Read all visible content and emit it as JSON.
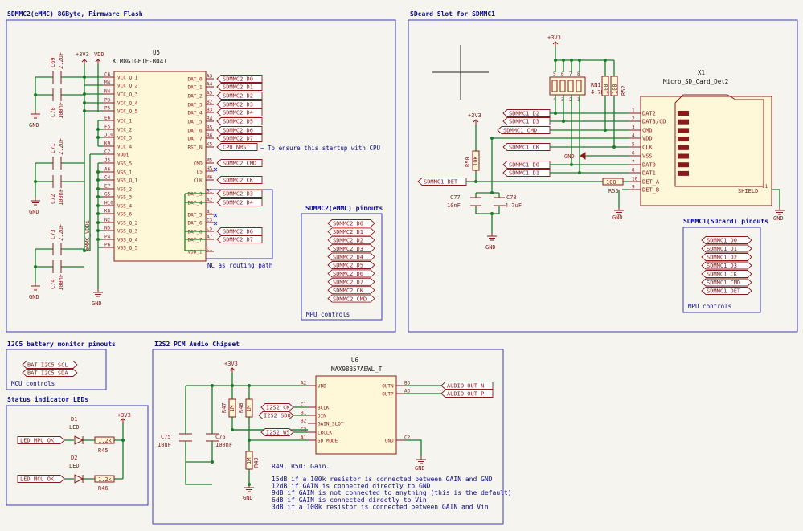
{
  "sheets": {
    "emmc": {
      "title": "SDMMC2(eMMC) 8GByte, Firmware Flash"
    },
    "sdcard": {
      "title": "SDcard Slot for SDMMC1"
    },
    "i2c5": {
      "title": "I2C5 battery monitor pinouts"
    },
    "leds": {
      "title": "Status indicator LEDs"
    },
    "i2s": {
      "title": "I2S2 PCM Audio Chipset"
    },
    "emmc_pinouts": {
      "title": "SDMMC2(eMMC) pinouts"
    },
    "sdcard_pinouts": {
      "title": "SDMMC1(SDcard) pinouts"
    }
  },
  "u5": {
    "ref": "U5",
    "value": "KLM8G1GETF-B041",
    "left_pins": [
      {
        "num": "C6",
        "name": "VCC_Q_1"
      },
      {
        "num": "M4",
        "name": "VCC_Q_2"
      },
      {
        "num": "N4",
        "name": "VCC_Q_3"
      },
      {
        "num": "P3",
        "name": "VCC_Q_4"
      },
      {
        "num": "P5",
        "name": "VCC_Q_5"
      },
      {
        "num": "E6",
        "name": "VCC_1"
      },
      {
        "num": "F5",
        "name": "VCC_2"
      },
      {
        "num": "J10",
        "name": "VCC_3"
      },
      {
        "num": "K9",
        "name": "VCC_4"
      },
      {
        "num": "C2",
        "name": "VDDi"
      },
      {
        "num": "J5",
        "name": "VSS_5"
      },
      {
        "num": "A6",
        "name": "VSS_1"
      },
      {
        "num": "C4",
        "name": "VSS_Q_1"
      },
      {
        "num": "E7",
        "name": "VSS_2"
      },
      {
        "num": "G5",
        "name": "VSS_3"
      },
      {
        "num": "H10",
        "name": "VSS_4"
      },
      {
        "num": "K8",
        "name": "VSS_6"
      },
      {
        "num": "N2",
        "name": "VSS_Q_2"
      },
      {
        "num": "N5",
        "name": "VSS_Q_3"
      },
      {
        "num": "P4",
        "name": "VSS_Q_4"
      },
      {
        "num": "P6",
        "name": "VSS_Q_5"
      }
    ],
    "right_pins": [
      {
        "num": "A3",
        "name": "DAT_0"
      },
      {
        "num": "A4",
        "name": "DAT_1"
      },
      {
        "num": "A5",
        "name": "DAT_2"
      },
      {
        "num": "B2",
        "name": "DAT_3"
      },
      {
        "num": "B3",
        "name": "DAT_4"
      },
      {
        "num": "B4",
        "name": "DAT_5"
      },
      {
        "num": "B5",
        "name": "DAT_6"
      },
      {
        "num": "B6",
        "name": "DAT_7"
      },
      {
        "num": "K5",
        "name": "RST_N"
      },
      {
        "num": "M5",
        "name": "CMD"
      },
      {
        "num": "H5",
        "name": "DS"
      },
      {
        "num": "M6",
        "name": "CLK"
      },
      {
        "num": "B1",
        "name": "DAT_3"
      },
      {
        "num": "A2",
        "name": "DAT_4"
      },
      {
        "num": "A1",
        "name": "DAT_5"
      },
      {
        "num": "C3",
        "name": "DAT_6"
      },
      {
        "num": "C5",
        "name": "DAT_6"
      },
      {
        "num": "A7",
        "name": "DAT_7"
      },
      {
        "num": "C1",
        "name": "VDD_i"
      }
    ]
  },
  "emmc_labels": [
    "SDMMC2_D0",
    "SDMMC2_D1",
    "SDMMC2_D2",
    "SDMMC2_D3",
    "SDMMC2_D4",
    "SDMMC2_D5",
    "SDMMC2_D6",
    "SDMMC2_D7",
    "CPU_NRST",
    "SDMMC2_CMD",
    "SDMMC2_CK",
    "SDMMC2_D3",
    "SDMMC2_D4",
    "SDMMC2_D6",
    "SDMMC2_D7"
  ],
  "emmc_caps": [
    {
      "ref": "C69",
      "value": "2.2uF"
    },
    {
      "ref": "C70",
      "value": "100nF"
    },
    {
      "ref": "C71",
      "value": "2.2uF"
    },
    {
      "ref": "C72",
      "value": "100nF"
    },
    {
      "ref": "C73",
      "value": "2.2uF"
    },
    {
      "ref": "C74",
      "value": "100nF"
    }
  ],
  "emmc_misc": {
    "rail_3v3": "+3V3",
    "rail_vdd": "VDD",
    "gnd": "GND",
    "vddi_net": "eMMC_VDDi",
    "cpu_note": "~ To ensure this startup with CPU",
    "nc_note": "NC as routing path"
  },
  "emmc_pinouts": {
    "labels": [
      "SDMMC2_D0",
      "SDMMC2_D1",
      "SDMMC2_D2",
      "SDMMC2_D3",
      "SDMMC2_D4",
      "SDMMC2_D5",
      "SDMMC2_D6",
      "SDMMC2_D7",
      "SDMMC2_CK",
      "SDMMC2_CMD"
    ],
    "caption": "MPU controls"
  },
  "sdcard": {
    "rail": "+3V3",
    "rn_ref": "RN1",
    "rn_value": "4.7K",
    "rn_pins_top": [
      "5",
      "6",
      "7",
      "8"
    ],
    "rn_pins_bot": [
      "4",
      "3",
      "2",
      "1"
    ],
    "r52": {
      "ref": "R52",
      "value": "100"
    },
    "r50": {
      "ref": "R50",
      "value": "10K"
    },
    "r53": {
      "ref": "R53",
      "value": "100"
    },
    "c77": {
      "ref": "C77",
      "value": "10nF"
    },
    "c78": {
      "ref": "C78",
      "value": "4.7uF"
    },
    "x1": {
      "ref": "X1",
      "value": "Micro_SD_Card_Det2"
    },
    "pins": [
      {
        "num": "1",
        "name": "DAT2"
      },
      {
        "num": "2",
        "name": "DAT3/CD"
      },
      {
        "num": "3",
        "name": "CMD"
      },
      {
        "num": "4",
        "name": "VDD"
      },
      {
        "num": "5",
        "name": "CLK"
      },
      {
        "num": "6",
        "name": "VSS"
      },
      {
        "num": "7",
        "name": "DAT0"
      },
      {
        "num": "8",
        "name": "DAT1"
      },
      {
        "num": "10",
        "name": "DET_A"
      },
      {
        "num": "9",
        "name": "DET_B"
      }
    ],
    "shield": {
      "num": "11",
      "name": "SHIELD"
    },
    "labels": [
      "SDMMC1_D2",
      "SDMMC1_D3",
      "SDMMC1_CMD",
      "SDMMC1_CK",
      "SDMMC1_D0",
      "SDMMC1_D1",
      "SDMMC1_DET"
    ],
    "gnd": "GND"
  },
  "sdcard_pinouts": {
    "labels": [
      "SDMMC1_D0",
      "SDMMC1_D1",
      "SDMMC1_D2",
      "SDMMC1_D3",
      "SDMMC1_CK",
      "SDMMC1_CMD",
      "SDMMC1_DET"
    ],
    "caption": "MPU controls"
  },
  "i2c5": {
    "labels": [
      "BAT_I2C5_SCL",
      "BAT_I2C5_SDA"
    ],
    "caption": "MCU controls"
  },
  "leds": {
    "rail": "+3V3",
    "d1": {
      "ref": "D1",
      "value": "LED",
      "label": "LED_MPU_OK"
    },
    "d2": {
      "ref": "D2",
      "value": "LED",
      "label": "LED_MCU_OK"
    },
    "r45": {
      "ref": "R45",
      "value": "1.2k"
    },
    "r46": {
      "ref": "R46",
      "value": "1.2k"
    }
  },
  "u6": {
    "ref": "U6",
    "value": "MAX98357AEWL_T",
    "left_pins": [
      {
        "num": "A2",
        "name": "VDD"
      },
      {
        "num": "C1",
        "name": "BCLK"
      },
      {
        "num": "B1",
        "name": "DIN"
      },
      {
        "num": "B2",
        "name": "GAIN_SLOT"
      },
      {
        "num": "C3",
        "name": "LRCLK"
      },
      {
        "num": "A1",
        "name": "SD_MODE"
      }
    ],
    "right_pins": [
      {
        "num": "B3",
        "name": "OUTN"
      },
      {
        "num": "A3",
        "name": "OUTP"
      },
      {
        "num": "C2",
        "name": "GND"
      }
    ],
    "labels": [
      "I2S2_CK",
      "I2S2_SDO",
      "I2S2_WS",
      "AUDIO_OUT_N",
      "AUDIO_OUT_P"
    ],
    "rail": "+3V3",
    "gnd": "GND",
    "r47": {
      "ref": "R47",
      "value": "1M"
    },
    "r48": {
      "ref": "R48",
      "value": "1M"
    },
    "r49": {
      "ref": "R49",
      "value": "1M"
    },
    "c75": {
      "ref": "C75",
      "value": "10uF"
    },
    "c76": {
      "ref": "C76",
      "value": "100nF"
    }
  },
  "notes": {
    "gain_title": "R49, R50: Gain.",
    "gain_lines": [
      "15dB if a 100k resistor is connected between GAIN and GND",
      "12dB if GAIN is connected directly to GND",
      "9dB if GAIN is not connected to anything (this is the default)",
      "6dB if GAIN is connected directly to Vin",
      "3dB if a 100k resistor is connected between GAIN and Vin"
    ]
  }
}
